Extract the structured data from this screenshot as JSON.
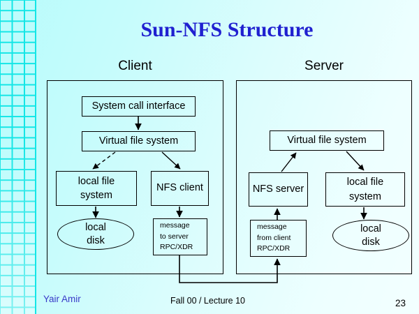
{
  "slide": {
    "title": "Sun-NFS Structure",
    "title_color": "#2020d0",
    "background_color": "#cdfdfd",
    "grid_color": "#14e6e6"
  },
  "sections": {
    "client": {
      "caption": "Client"
    },
    "server": {
      "caption": "Server"
    }
  },
  "client_nodes": {
    "system_call_interface": "System call interface",
    "virtual_file_system": "Virtual file system",
    "local_file_system_line1": "local file",
    "local_file_system_line2": "system",
    "nfs_client": "NFS client",
    "local_disk_line1": "local",
    "local_disk_line2": "disk",
    "message_line1": "message",
    "message_line2": "to server",
    "message_line3": "RPC/XDR"
  },
  "server_nodes": {
    "virtual_file_system": "Virtual file system",
    "nfs_server": "NFS server",
    "local_file_system_line1": "local file",
    "local_file_system_line2": "system",
    "local_disk_line1": "local",
    "local_disk_line2": "disk",
    "message_line1": "message",
    "message_line2": "from client",
    "message_line3": "RPC/XDR"
  },
  "footer": {
    "author": "Yair Amir",
    "lecture": "Fall 00 / Lecture 10",
    "page_number": "23"
  },
  "diagram_edges": [
    {
      "from": "system call interface",
      "to": "virtual file system (client)",
      "style": "solid",
      "direction": "down"
    },
    {
      "from": "virtual file system (client)",
      "to": "local file system (client)",
      "style": "dashed",
      "direction": "down-left"
    },
    {
      "from": "virtual file system (client)",
      "to": "NFS client",
      "style": "solid",
      "direction": "down-right"
    },
    {
      "from": "local file system (client)",
      "to": "local disk (client)",
      "style": "solid",
      "direction": "down"
    },
    {
      "from": "NFS client",
      "to": "message to server RPC/XDR",
      "style": "solid",
      "direction": "down"
    },
    {
      "from": "message to server RPC/XDR",
      "to": "message from client RPC/XDR",
      "style": "solid",
      "direction": "routed-bottom"
    },
    {
      "from": "message from client RPC/XDR",
      "to": "NFS server",
      "style": "solid",
      "direction": "up"
    },
    {
      "from": "NFS server",
      "to": "virtual file system (server)",
      "style": "solid",
      "direction": "up-right"
    },
    {
      "from": "virtual file system (server)",
      "to": "local file system (server)",
      "style": "solid",
      "direction": "down-right"
    },
    {
      "from": "local file system (server)",
      "to": "local disk (server)",
      "style": "solid",
      "direction": "down"
    }
  ]
}
